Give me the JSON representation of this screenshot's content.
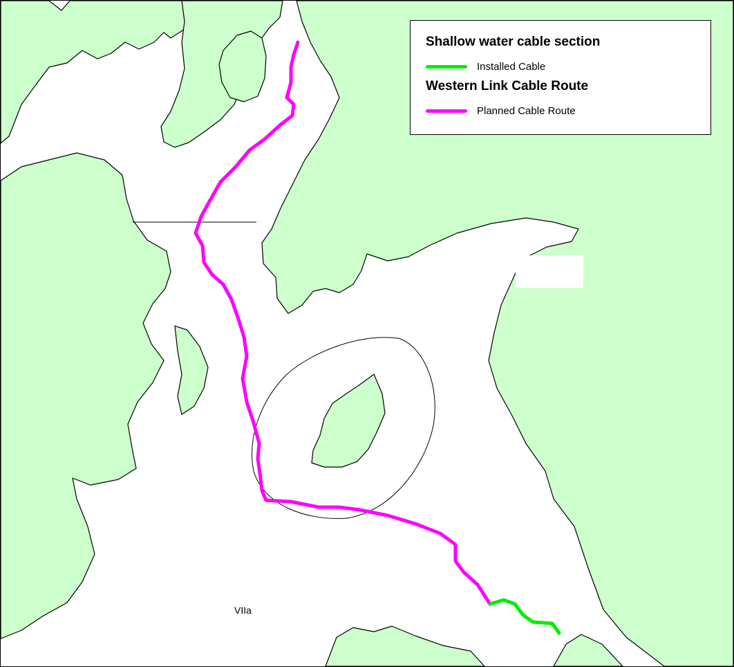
{
  "map": {
    "area_label": "VIIa",
    "colors": {
      "land": "#ccffcc",
      "sea": "#ffffff",
      "installed_cable": "#00ee00",
      "planned_route": "#ff00ff"
    }
  },
  "legend": {
    "section_heading": "Shallow water cable section",
    "installed_label": "Installed Cable",
    "route_heading": "Western Link Cable Route",
    "planned_label": "Planned Cable Route"
  }
}
